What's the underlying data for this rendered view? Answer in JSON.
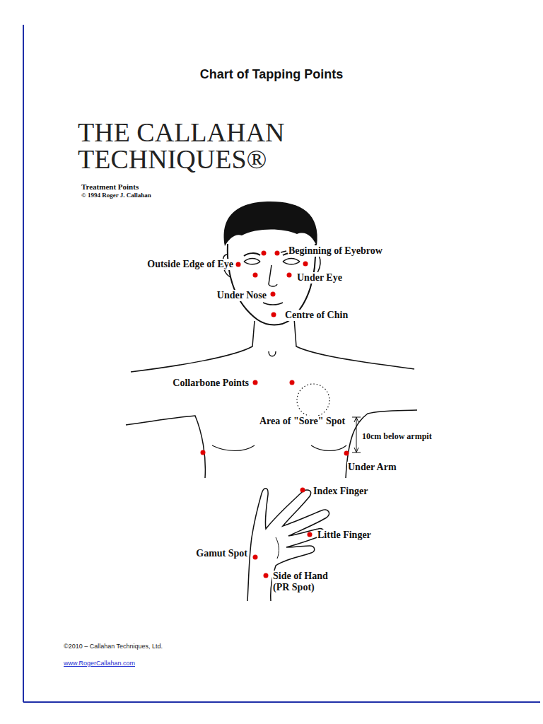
{
  "diagram": {
    "title": "Chart of Tapping Points",
    "labels": [
      "THE CALLAHAN TECHNIQUES®",
      "Treatment Points",
      "© 1994 Roger J. Callahan",
      "Beginning of Eyebrow",
      "Outside Edge of Eye",
      "Under Eye",
      "Under Nose",
      "Centre of Chin",
      "Collarbone Points",
      "Area of \"Sore\" Spot",
      "10cm below armpit",
      "Under Arm",
      "Index Finger",
      "Little Finger",
      "Gamut Spot",
      "Side of Hand (PR Spot)",
      "©2010 – Callahan Techniques, Ltd.",
      "www.RogerCallahan.com"
    ]
  }
}
